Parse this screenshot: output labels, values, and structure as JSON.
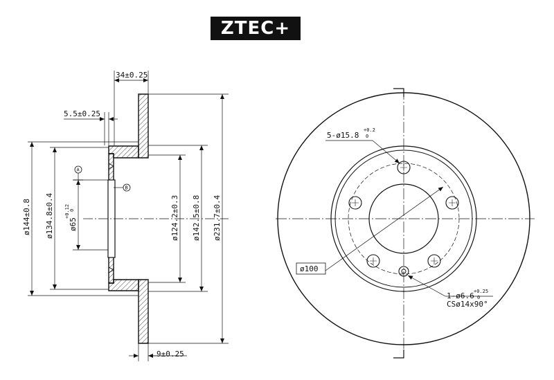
{
  "brand": {
    "logo_text": "ZTEC+"
  },
  "side_view": {
    "dim_width": "34±0.25",
    "dim_flange": "5.5±0.25",
    "dim_disc": "9±0.25",
    "dia_outer_hub": "ø144±0.8",
    "dia_hub_inner": "ø134.8±0.4",
    "dia_center": "ø65",
    "dia_center_tol": "+0.12",
    "dia_center_tol_low": "0",
    "dia_braking_inner": "ø124.2±0.3",
    "dia_braking_mid": "ø142.5±0.8",
    "dia_outer": "ø231.7±0.4",
    "datum_a": "A",
    "datum_b": "B"
  },
  "front_view": {
    "bolt_holes": "5-ø15.8",
    "bolt_holes_tol": "+0.2",
    "bolt_holes_tol_low": "0",
    "pcd": "ø100",
    "locator_hole": "1-ø6.6",
    "locator_tol": "+0.25",
    "locator_tol_low": "0",
    "countersink": "CSø14x90°"
  }
}
